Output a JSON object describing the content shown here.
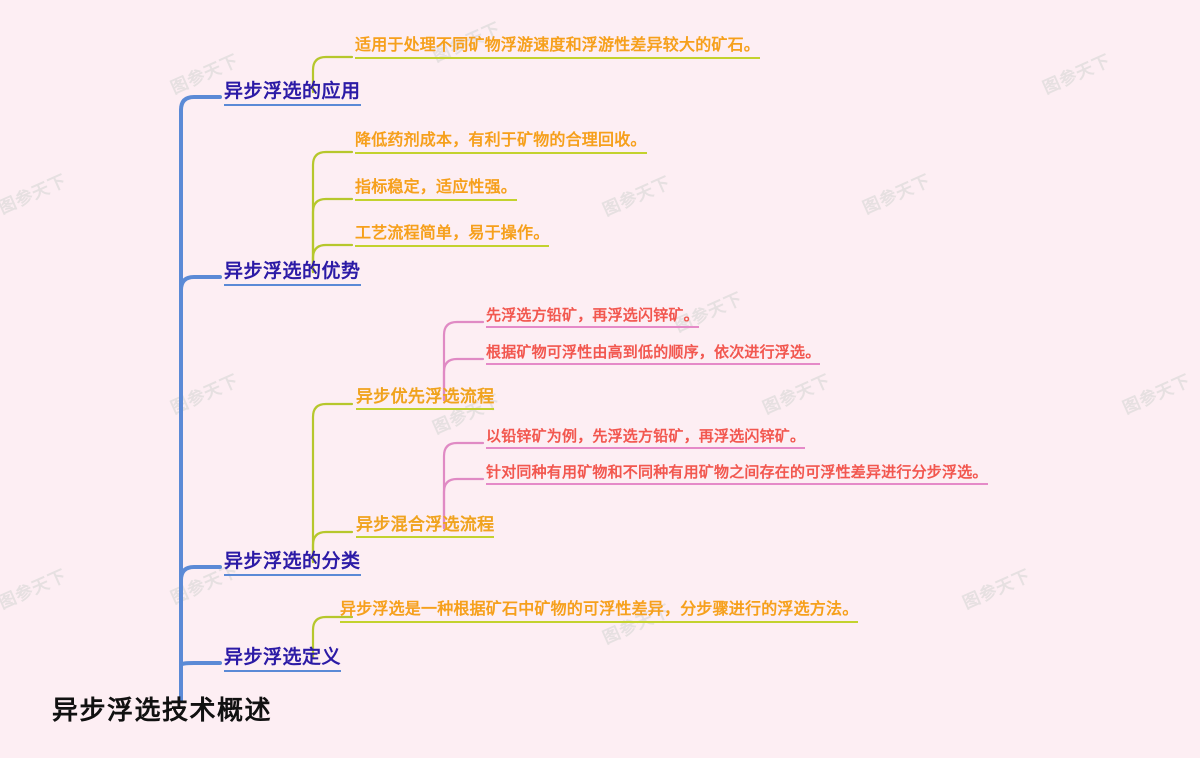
{
  "document": {
    "type": "mindmap",
    "title": "异步浮选技术概述",
    "background_color": "#fdeef3",
    "watermark_text": "图参天下"
  },
  "colors": {
    "root_text": "#111111",
    "level1_text": "#2c1ba6",
    "level1_underline": "#5b8ad6",
    "level2_text": "#f0a31e",
    "level2_underline": "#c3d22e",
    "leaf_olive_text": "#f6a01c",
    "leaf_olive_underline": "#c3d22e",
    "leaf_pink_text": "#f2574f",
    "leaf_pink_underline": "#e58ac8",
    "trunk_line": "#5b8ad6",
    "olive_line": "#b6c72c",
    "pink_line": "#e08ac4"
  },
  "root": {
    "label": "异步浮选技术概述"
  },
  "branches": [
    {
      "id": "application",
      "label": "异步浮选的应用",
      "children": [
        {
          "label": "适用于处理不同矿物浮游速度和浮游性差异较大的矿石。"
        }
      ]
    },
    {
      "id": "advantages",
      "label": "异步浮选的优势",
      "children": [
        {
          "label": "降低药剂成本，有利于矿物的合理回收。"
        },
        {
          "label": "指标稳定，适应性强。"
        },
        {
          "label": "工艺流程简单，易于操作。"
        }
      ]
    },
    {
      "id": "classification",
      "label": "异步浮选的分类",
      "children": [
        {
          "label": "异步优先浮选流程",
          "children": [
            {
              "label": "先浮选方铅矿，再浮选闪锌矿。"
            },
            {
              "label": "根据矿物可浮性由高到低的顺序，依次进行浮选。"
            }
          ]
        },
        {
          "label": "异步混合浮选流程",
          "children": [
            {
              "label": "以铅锌矿为例，先浮选方铅矿，再浮选闪锌矿。"
            },
            {
              "label": "针对同种有用矿物和不同种有用矿物之间存在的可浮性差异进行分步浮选。"
            }
          ]
        }
      ]
    },
    {
      "id": "definition",
      "label": "异步浮选定义",
      "children": [
        {
          "label": "异步浮选是一种根据矿石中矿物的可浮性差异，分步骤进行的浮选方法。"
        }
      ]
    }
  ]
}
